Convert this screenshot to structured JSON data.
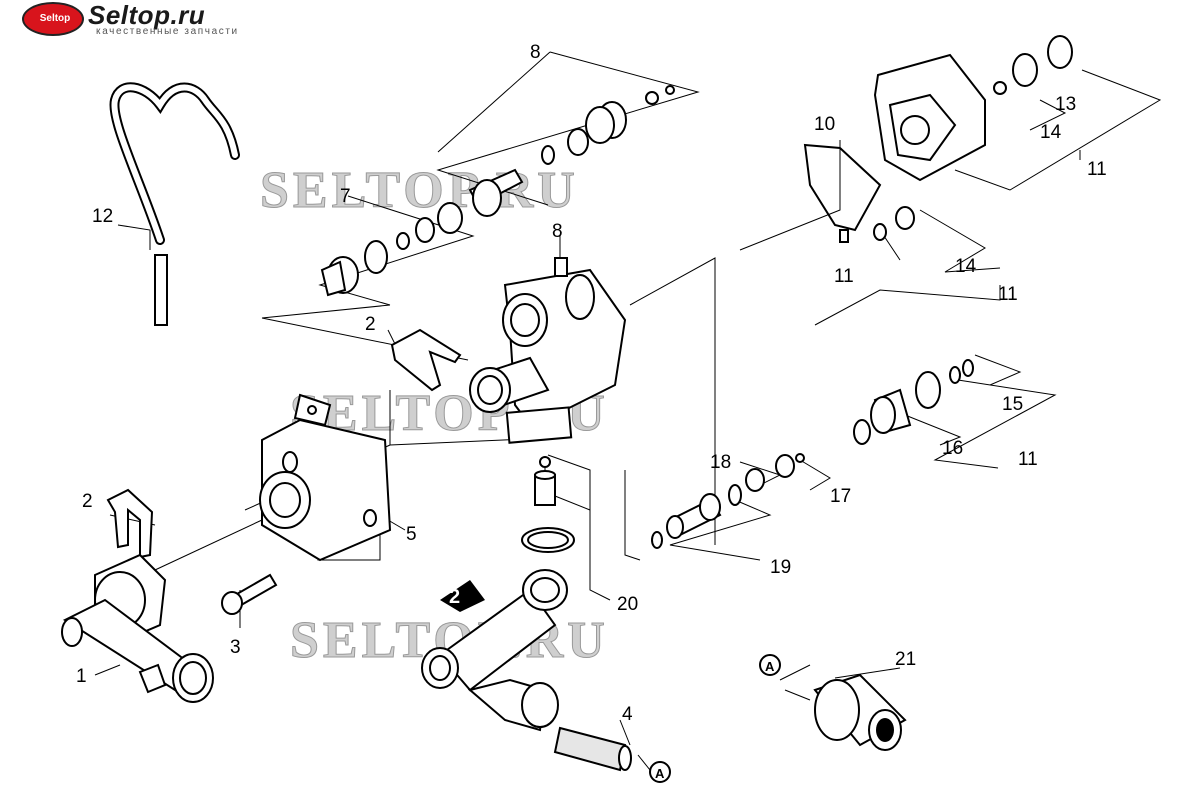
{
  "logo": {
    "title": "Seltop.ru",
    "subtitle": "качественные запчасти",
    "badge_text": "Seltop"
  },
  "watermark": "SELTOP.RU",
  "view_marker": "2",
  "connector_label": "A",
  "callouts": [
    "8",
    "7",
    "8",
    "2",
    "2",
    "5",
    "3",
    "1",
    "12",
    "10",
    "11",
    "13",
    "14",
    "11",
    "14",
    "11",
    "15",
    "16",
    "11",
    "18",
    "17",
    "19",
    "20",
    "21",
    "4"
  ]
}
